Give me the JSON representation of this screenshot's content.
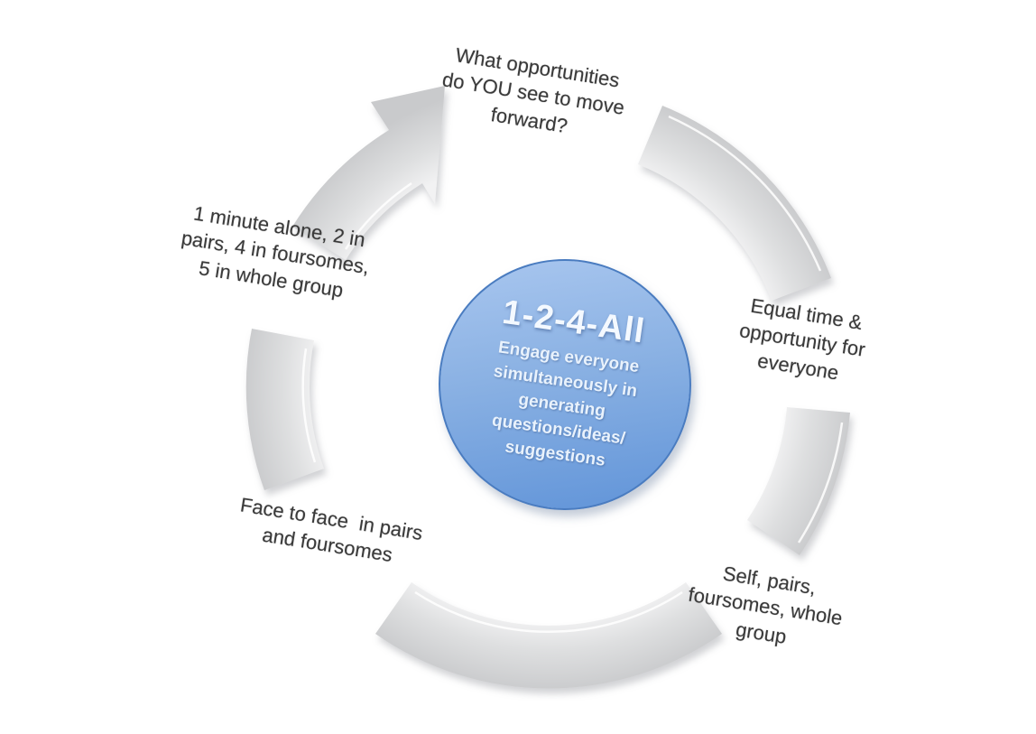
{
  "diagram": {
    "center": {
      "title": "1-2-4-All",
      "description_lines": [
        "Engage everyone",
        "simultaneously in",
        "generating",
        "questions/ideas/",
        "suggestions"
      ]
    },
    "labels": {
      "top": [
        "What opportunities",
        "do YOU see to move",
        "forward?"
      ],
      "right": [
        "Equal time &",
        "opportunity for",
        "everyone"
      ],
      "bottom_right": [
        "Self, pairs,",
        "foursomes, whole",
        "group"
      ],
      "bottom_left": [
        "Face to face  in pairs",
        "and foursomes"
      ],
      "left": [
        "1 minute alone, 2 in",
        "pairs, 4 in foursomes,",
        "5 in whole group"
      ]
    },
    "colors": {
      "background": "#ffffff",
      "arc_fill_light": "#f2f2f3",
      "arc_fill_mid": "#dedfe0",
      "arc_fill_dark": "#c9cacc",
      "arc_highlight": "#ffffff",
      "circle_fill_top": "#abc8f0",
      "circle_fill_bottom": "#6295d9",
      "circle_border": "#4a7cc0",
      "label_text": "#3a3a3a",
      "center_text": "#eef5fd"
    }
  }
}
